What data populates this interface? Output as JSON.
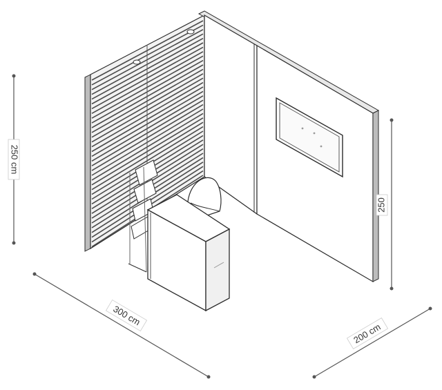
{
  "dimensions": {
    "height_left": "250 cm",
    "height_right": "250",
    "width": "300 cm",
    "depth": "200 cm"
  },
  "colors": {
    "line": "#2b2b2b",
    "wall_fill": "#ffffff",
    "slat_panel": "#d9d9d9",
    "wall_edge": "#8a8a8a",
    "dimension_line": "#555555",
    "label_bg": "#ffffff"
  },
  "elements": {
    "left_wall": "slatted-wall",
    "back_walls": "plain-wall",
    "screen": "wall-mounted-screen",
    "counter": "reception-counter",
    "chair": "chair",
    "brochure_stand": "brochure-stand"
  }
}
